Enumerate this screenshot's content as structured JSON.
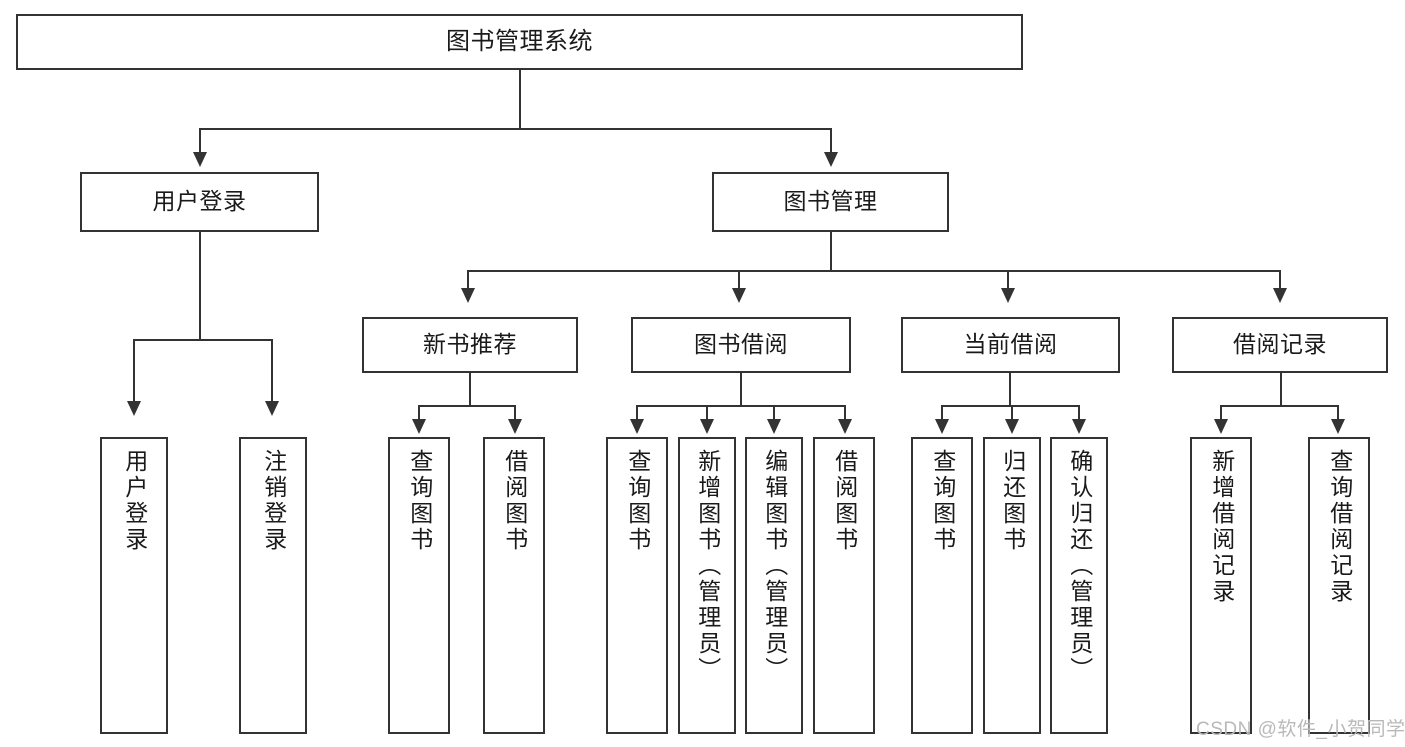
{
  "diagram": {
    "title": "图书管理系统",
    "type": "hierarchy-tree",
    "root": {
      "id": "root",
      "label": "图书管理系统"
    },
    "level2": [
      {
        "id": "user-login",
        "label": "用户登录"
      },
      {
        "id": "book-manage",
        "label": "图书管理"
      }
    ],
    "level3": [
      {
        "id": "new-book-recommend",
        "label": "新书推荐",
        "parent": "book-manage"
      },
      {
        "id": "book-borrow",
        "label": "图书借阅",
        "parent": "book-manage"
      },
      {
        "id": "current-borrow",
        "label": "当前借阅",
        "parent": "book-manage"
      },
      {
        "id": "borrow-record",
        "label": "借阅记录",
        "parent": "book-manage"
      }
    ],
    "leaves": [
      {
        "id": "leaf-user-login",
        "label": "用户登录",
        "parent": "user-login"
      },
      {
        "id": "leaf-logout-login",
        "label": "注销登录",
        "parent": "user-login"
      },
      {
        "id": "leaf-query-book-1",
        "label": "查询图书",
        "parent": "new-book-recommend"
      },
      {
        "id": "leaf-borrow-book-1",
        "label": "借阅图书",
        "parent": "new-book-recommend"
      },
      {
        "id": "leaf-query-book-2",
        "label": "查询图书",
        "parent": "book-borrow"
      },
      {
        "id": "leaf-add-book",
        "label": "新增图书（管理员）",
        "parent": "book-borrow"
      },
      {
        "id": "leaf-edit-book",
        "label": "编辑图书（管理员）",
        "parent": "book-borrow"
      },
      {
        "id": "leaf-borrow-book-2",
        "label": "借阅图书",
        "parent": "book-borrow"
      },
      {
        "id": "leaf-query-book-3",
        "label": "查询图书",
        "parent": "current-borrow"
      },
      {
        "id": "leaf-return-book",
        "label": "归还图书",
        "parent": "current-borrow"
      },
      {
        "id": "leaf-confirm-return",
        "label": "确认归还（管理员）",
        "parent": "current-borrow"
      },
      {
        "id": "leaf-add-record",
        "label": "新增借阅记录",
        "parent": "borrow-record"
      },
      {
        "id": "leaf-query-record",
        "label": "查询借阅记录",
        "parent": "borrow-record"
      }
    ]
  },
  "watermark": {
    "text": "CSDN @软件_小贺同学"
  },
  "colors": {
    "border": "#333333",
    "background": "#ffffff",
    "text": "#1a1a1a",
    "watermark": "#b9b9b9"
  }
}
